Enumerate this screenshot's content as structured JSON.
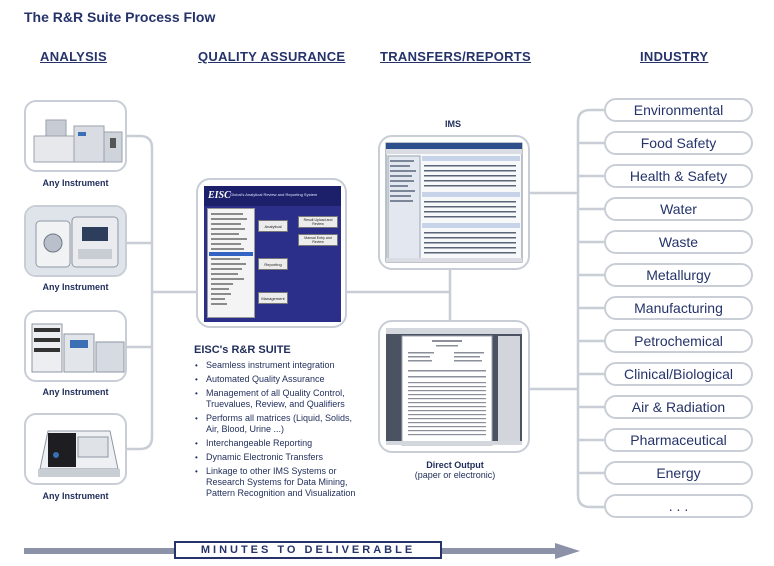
{
  "title": "The R&R Suite Process Flow",
  "columns": {
    "analysis": "ANALYSIS",
    "quality": "QUALITY ASSURANCE",
    "transfers": "TRANSFERS/REPORTS",
    "industry": "INDUSTRY"
  },
  "instruments": [
    {
      "caption": "Any Instrument"
    },
    {
      "caption": "Any Instrument"
    },
    {
      "caption": "Any Instrument"
    },
    {
      "caption": "Any Instrument"
    }
  ],
  "suite": {
    "title": "EISC's R&R SUITE",
    "features": [
      "Seamless instrument integration",
      "Automated Quality Assurance",
      "Management of all Quality Control, Truevalues, Review, and Qualifiers",
      "Performs all matrices (Liquid, Solids, Air, Blood, Urine ...)",
      "Interchangeable Reporting",
      "Dynamic Electronic Transfers",
      "Linkage to other IMS Systems or Research Systems for Data Mining, Pattern Recognition and Visualization"
    ],
    "screen": {
      "logo": "EISC",
      "banner": "Global's Analytical Review and Reporting System",
      "btn_analytical": "Analytical",
      "btn_reporting": "Reporting",
      "btn_management": "Management",
      "btn_upload": "Result Upload and Review",
      "btn_manual": "Manual Entry and Review"
    }
  },
  "ims": {
    "label": "IMS"
  },
  "direct_output": {
    "label": "Direct Output",
    "sub": "(paper or electronic)"
  },
  "industries": [
    "Environmental",
    "Food Safety",
    "Health & Safety",
    "Water",
    "Waste",
    "Metallurgy",
    "Manufacturing",
    "Petrochemical",
    "Clinical/Biological",
    "Air & Radiation",
    "Pharmaceutical",
    "Energy",
    ". . ."
  ],
  "footer": {
    "arrow_label": "MINUTES TO DELIVERABLE"
  },
  "colors": {
    "navy": "#25336a",
    "connector": "#c8cdd6",
    "arrow": "#8c93a8"
  }
}
